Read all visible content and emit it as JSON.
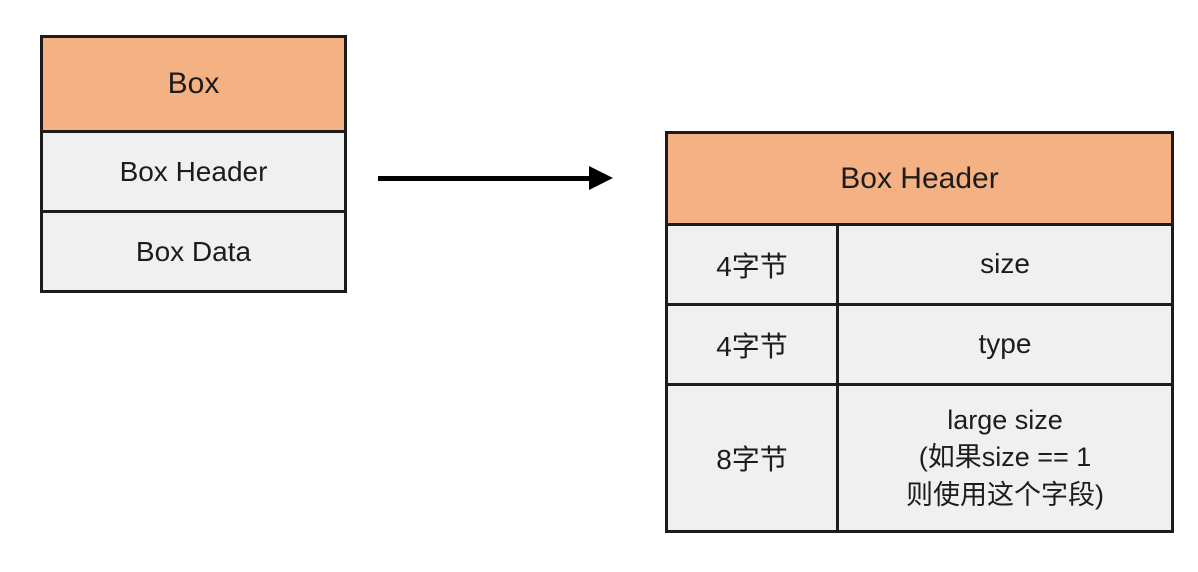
{
  "colors": {
    "header_fill": "#f4b183",
    "row_fill": "#f0f0f0",
    "border": "#1c1c1c",
    "arrow": "#000000",
    "background": "#ffffff"
  },
  "left_box": {
    "title": "Box",
    "rows": [
      {
        "label": "Box Header"
      },
      {
        "label": "Box Data"
      }
    ]
  },
  "arrow": {
    "direction": "right"
  },
  "right_table": {
    "title": "Box Header",
    "rows": [
      {
        "size": "4字节",
        "field": "size"
      },
      {
        "size": "4字节",
        "field": "type"
      },
      {
        "size": "8字节",
        "field": "large size\n(如果size == 1\n则使用这个字段)"
      }
    ]
  }
}
